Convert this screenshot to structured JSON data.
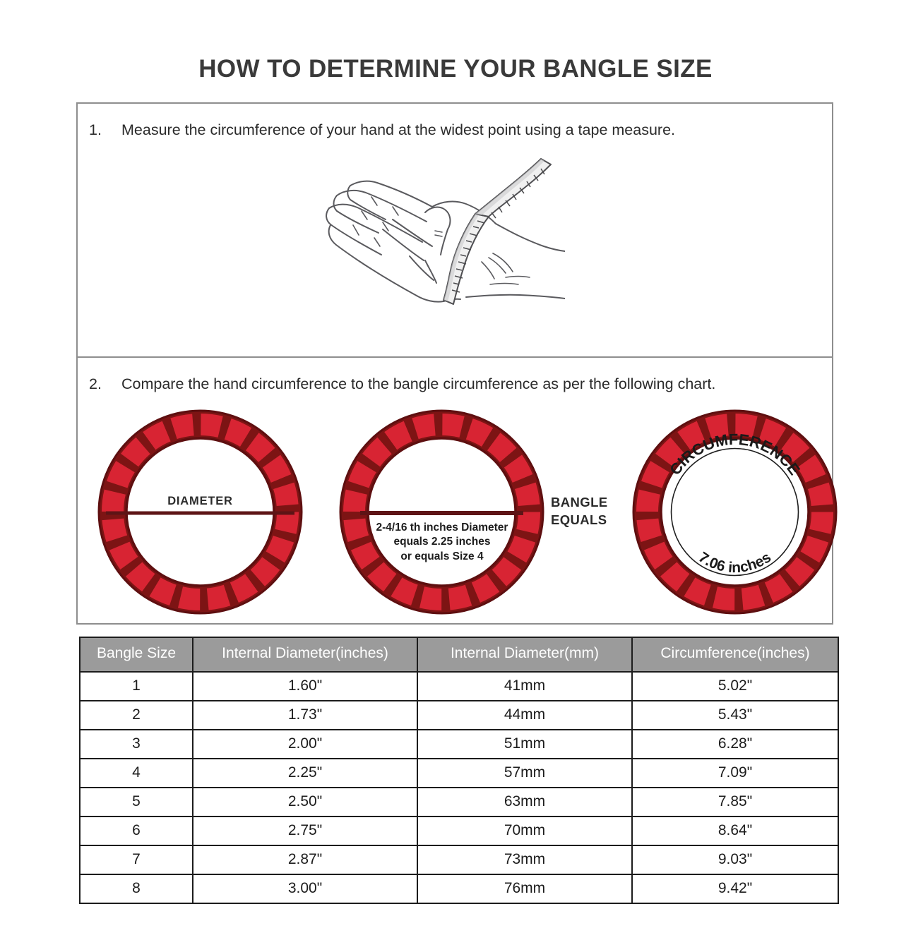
{
  "title": "HOW TO DETERMINE YOUR BANGLE SIZE",
  "steps": [
    {
      "number": "1.",
      "text": "Measure the circumference of your hand at the widest point using a tape measure."
    },
    {
      "number": "2.",
      "text": "Compare the hand circumference to the bangle circumference as per the following chart."
    }
  ],
  "illustration": {
    "hand_icon": "hand-with-tape-measure-icon"
  },
  "bangles": {
    "first": {
      "icon": "bangle-ring-icon",
      "diameter_label": "DIAMETER"
    },
    "second": {
      "icon": "bangle-ring-icon",
      "caption_line1": "2-4/16 th inches Diameter",
      "caption_line2": "equals 2.25 inches",
      "caption_line3": "or equals Size 4"
    },
    "equals_label_line1": "BANGLE",
    "equals_label_line2": "EQUALS",
    "third": {
      "icon": "bangle-ring-icon",
      "circumference_label": "CIRCUMFERENCE",
      "circumference_value": "7.06 inches"
    },
    "colors": {
      "outer_band": "#7d1414",
      "segment_red": "#d82433",
      "accent_green": "#227a45"
    }
  },
  "table": {
    "headers": [
      "Bangle Size",
      "Internal Diameter(inches)",
      "Internal Diameter(mm)",
      "Circumference(inches)"
    ],
    "header_background": "#9b9b9b",
    "rows": [
      [
        "1",
        "1.60\"",
        "41mm",
        "5.02\""
      ],
      [
        "2",
        "1.73\"",
        "44mm",
        "5.43\""
      ],
      [
        "3",
        "2.00\"",
        "51mm",
        "6.28\""
      ],
      [
        "4",
        "2.25\"",
        "57mm",
        "7.09\""
      ],
      [
        "5",
        "2.50\"",
        "63mm",
        "7.85\""
      ],
      [
        "6",
        "2.75\"",
        "70mm",
        "8.64\""
      ],
      [
        "7",
        "2.87\"",
        "73mm",
        "9.03\""
      ],
      [
        "8",
        "3.00\"",
        "76mm",
        "9.42\""
      ]
    ]
  }
}
